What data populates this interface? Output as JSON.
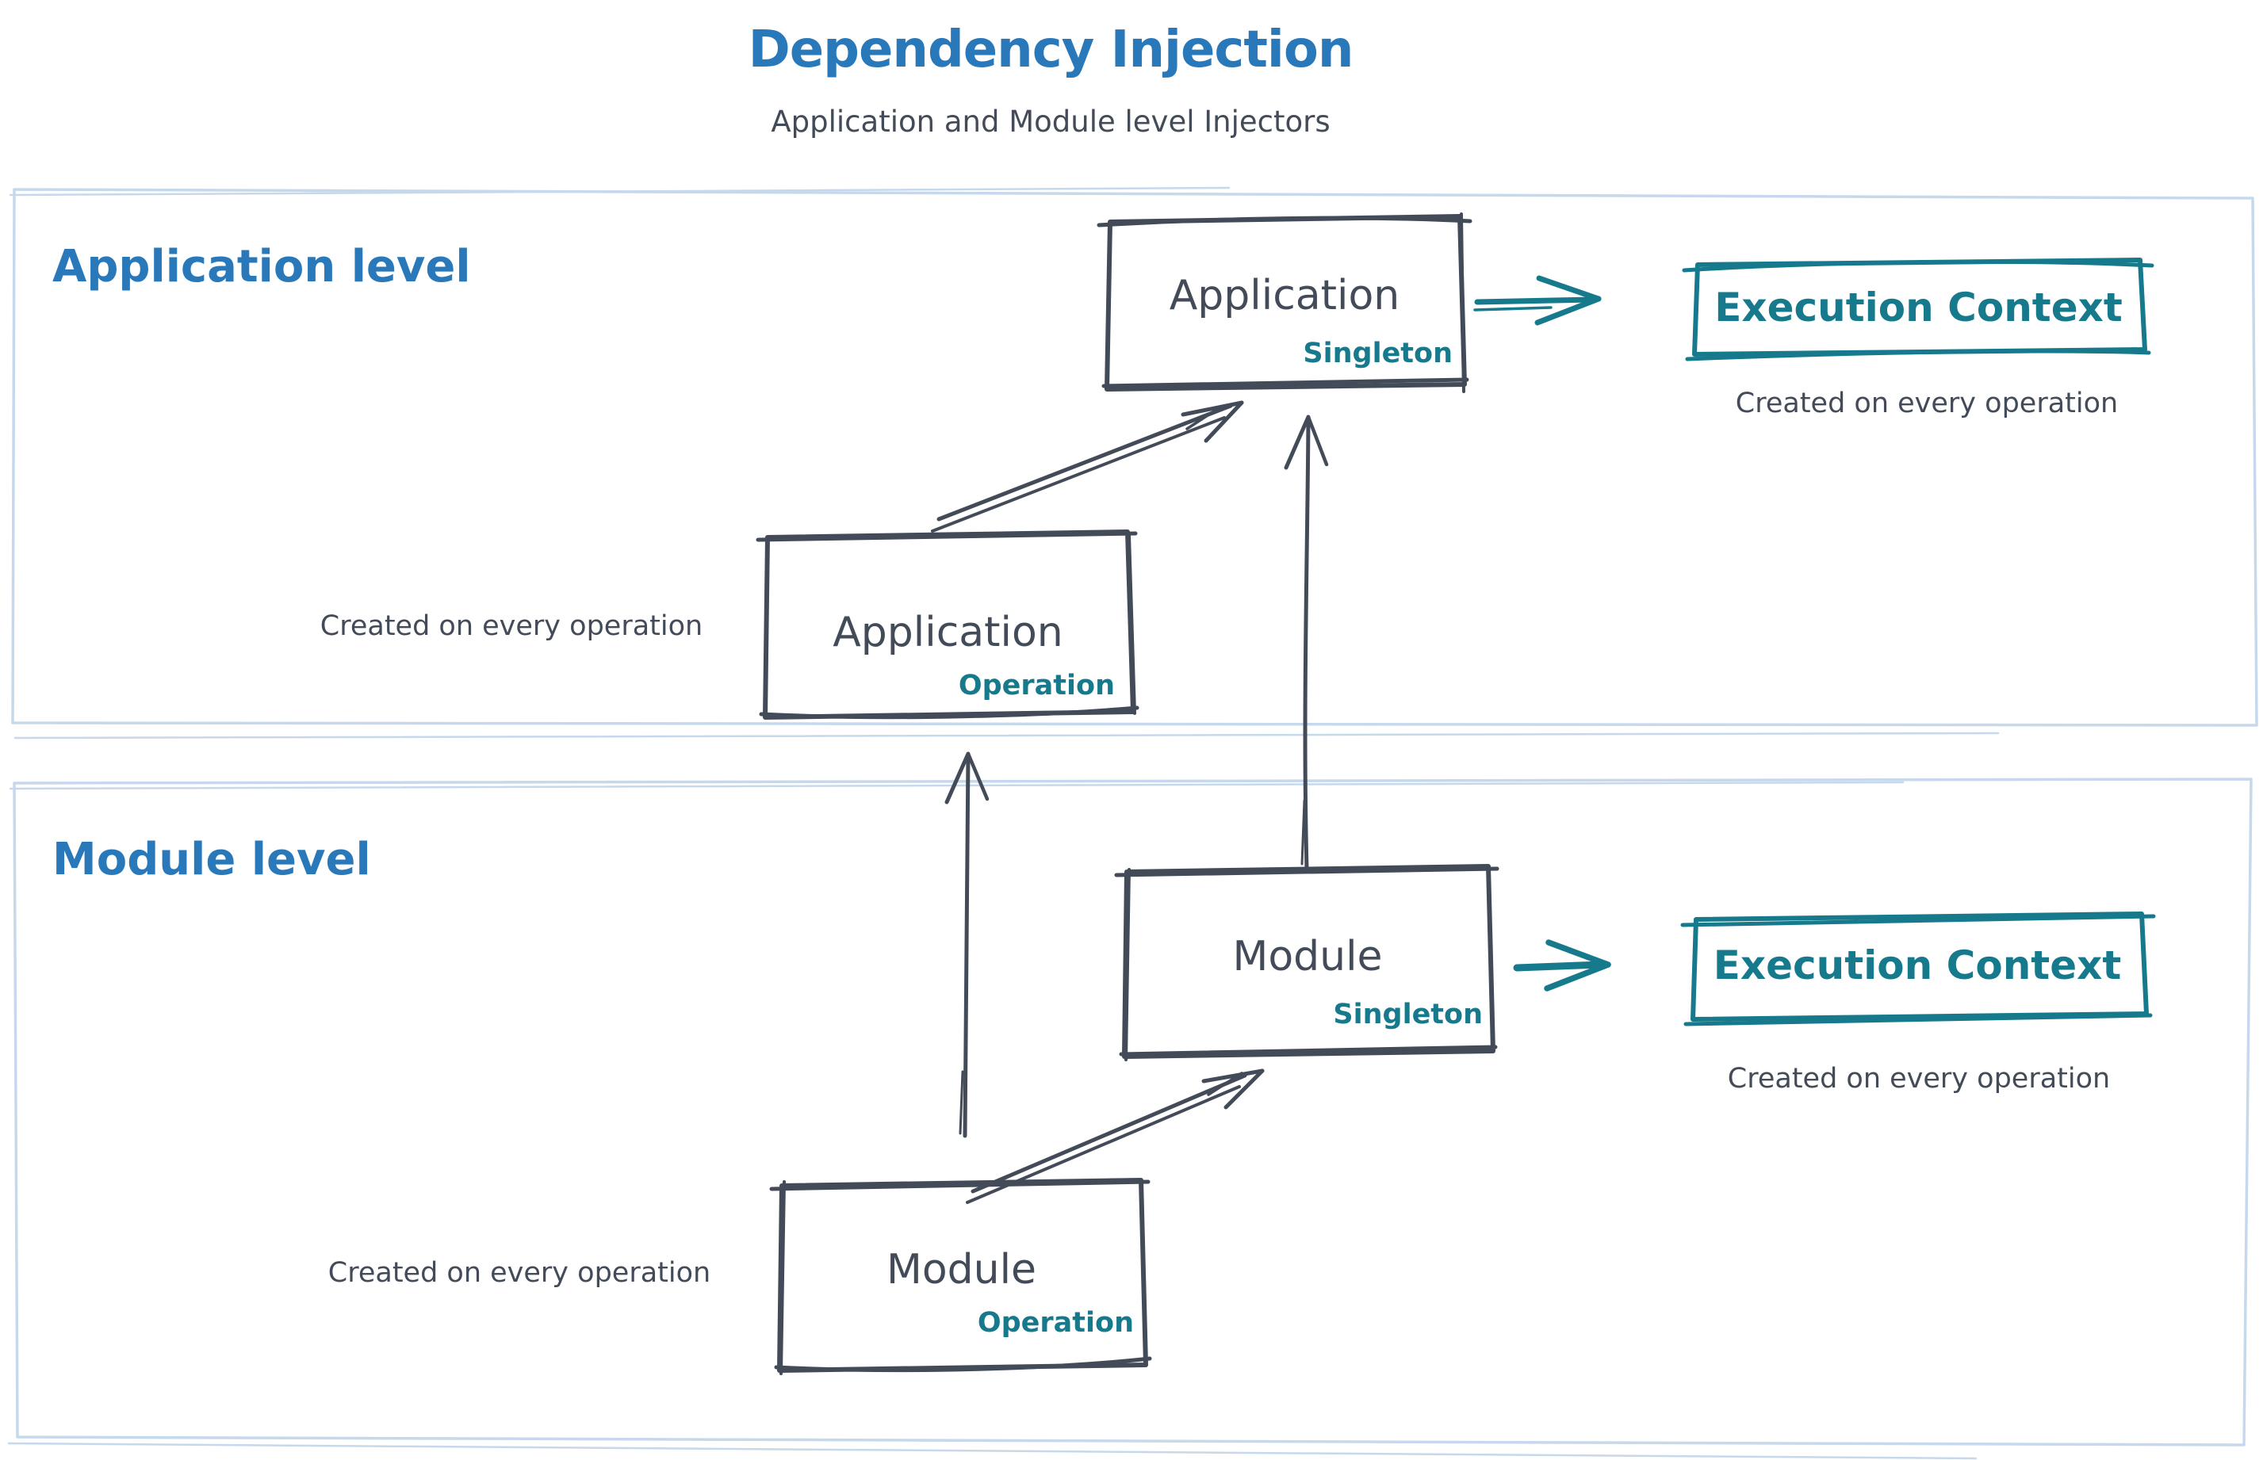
{
  "title": "Dependency Injection",
  "subtitle": "Application and Module level Injectors",
  "colors": {
    "title_blue": "#2978ba",
    "teal": "#177a8c",
    "dark_slate": "#434b59",
    "container_border": "#c6d8ec",
    "background": "#ffffff"
  },
  "application_level": {
    "label": "Application level",
    "singleton_box": {
      "title": "Application",
      "tag": "Singleton"
    },
    "operation_box": {
      "title": "Application",
      "tag": "Operation"
    },
    "operation_caption": "Created on every operation",
    "execution_context": {
      "label": "Execution Context",
      "caption": "Created on every operation"
    }
  },
  "module_level": {
    "label": "Module level",
    "singleton_box": {
      "title": "Module",
      "tag": "Singleton"
    },
    "operation_box": {
      "title": "Module",
      "tag": "Operation"
    },
    "operation_caption": "Created on every operation",
    "execution_context": {
      "label": "Execution Context",
      "caption": "Created on every operation"
    }
  }
}
